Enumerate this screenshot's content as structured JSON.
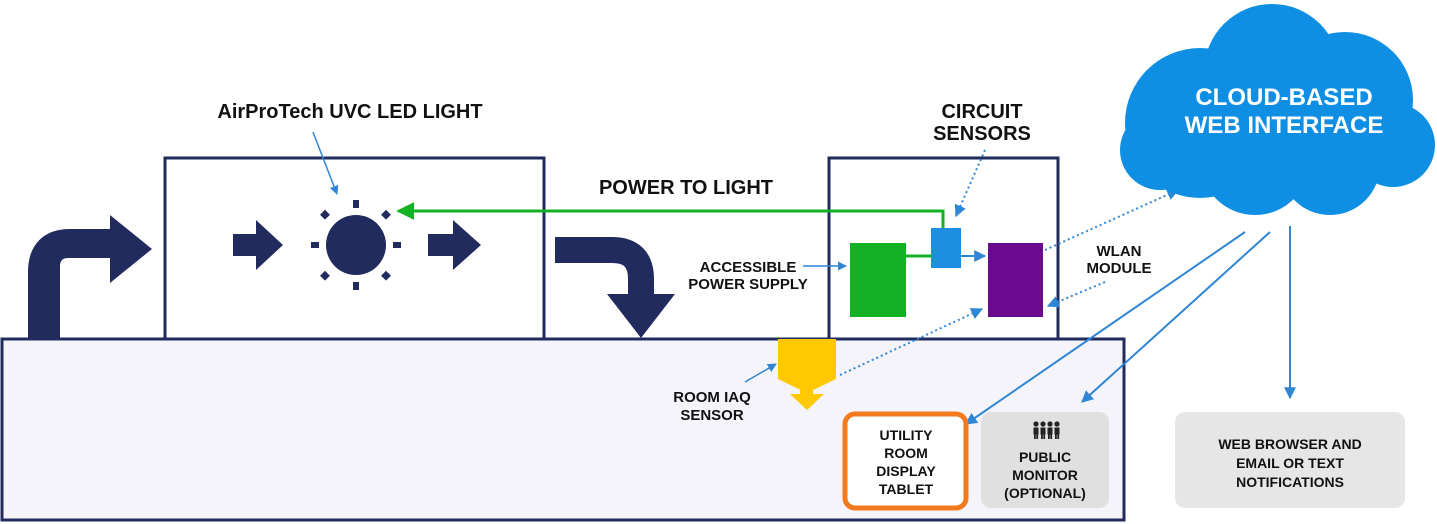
{
  "title_light": "AirProTech UVC LED LIGHT",
  "circuit_sensors": [
    "CIRCUIT",
    "SENSORS"
  ],
  "power_to_light": "POWER TO LIGHT",
  "accessible_power_supply": [
    "ACCESSIBLE",
    "POWER SUPPLY"
  ],
  "wlan_module": [
    "WLAN",
    "MODULE"
  ],
  "room_iaq_sensor": [
    "ROOM IAQ",
    "SENSOR"
  ],
  "cloud": [
    "CLOUD-BASED",
    "WEB INTERFACE"
  ],
  "utility_tablet": [
    "UTILITY",
    "ROOM",
    "DISPLAY",
    "TABLET"
  ],
  "public_monitor": [
    "PUBLIC",
    "MONITOR",
    "(OPTIONAL)"
  ],
  "web_browser": [
    "WEB BROWSER AND",
    "EMAIL OR TEXT",
    "NOTIFICATIONS"
  ],
  "icons": {
    "sun": "sun-icon",
    "people": "people-icon",
    "cloud": "cloud-icon"
  },
  "colors": {
    "navy": "#222b5e",
    "green": "#12b224",
    "blue": "#1d8ee0",
    "purple": "#6a0a8f",
    "yellow": "#ffc800",
    "orange": "#f47a1e",
    "cloud": "#0f8fe3",
    "gray_box": "#e6e6e6"
  }
}
